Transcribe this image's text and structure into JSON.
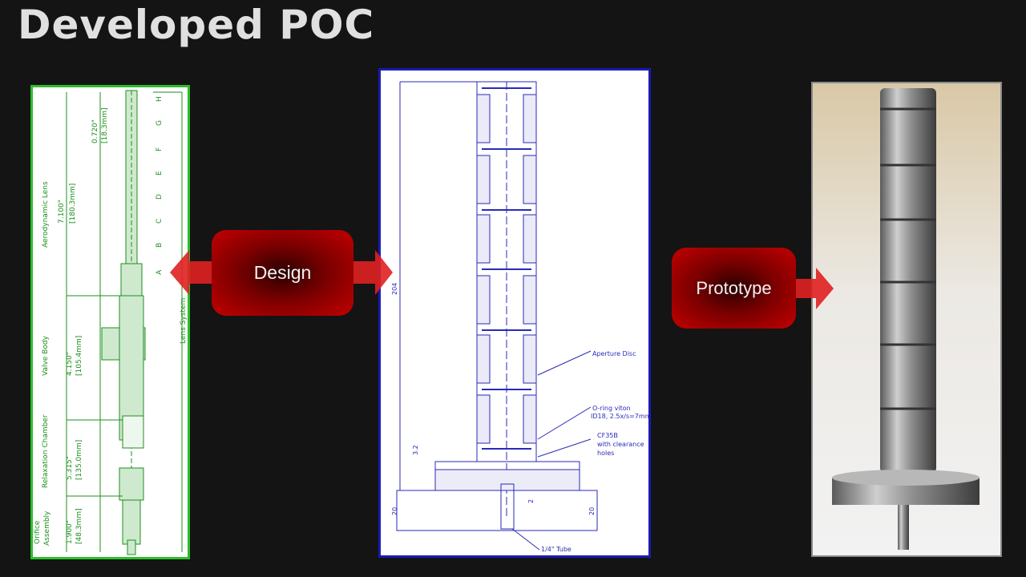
{
  "slide": {
    "title": "Developed POC"
  },
  "callouts": {
    "design": "Design",
    "prototype": "Prototype"
  },
  "left_drawing": {
    "letters": [
      "H",
      "G",
      "F",
      "E",
      "D",
      "C",
      "B",
      "A"
    ],
    "dim_labels": [
      {
        "text": "0.720\"",
        "sub": "[18.3mm]"
      },
      {
        "text": "7.100\"",
        "sub": "[180.3mm]"
      },
      {
        "text": "4.150\"",
        "sub": "[105.4mm]"
      },
      {
        "text": "5.315\"",
        "sub": "[135.0mm]"
      },
      {
        "text": "1.900\"",
        "sub": "[48.3mm]"
      }
    ],
    "section_labels": [
      "Aerodynamic Lens",
      "Valve Body",
      "Relaxation Chamber",
      "Orifice",
      "Assembly"
    ],
    "system_label": "Lens System"
  },
  "mid_drawing": {
    "height_dim": "204",
    "small_dim": "3.2",
    "base_dims": [
      "20",
      "2",
      "20"
    ],
    "labels": [
      "Aperture Disc",
      "O-ring viton",
      "ID18, 2.5x/s=7mm",
      "CF35B",
      "with clearance",
      "holes",
      "1/4\" Tube"
    ]
  },
  "colors": {
    "accent_red": "#c40000",
    "green_border": "#2bbf2b",
    "blue_border": "#1a1ab4"
  }
}
